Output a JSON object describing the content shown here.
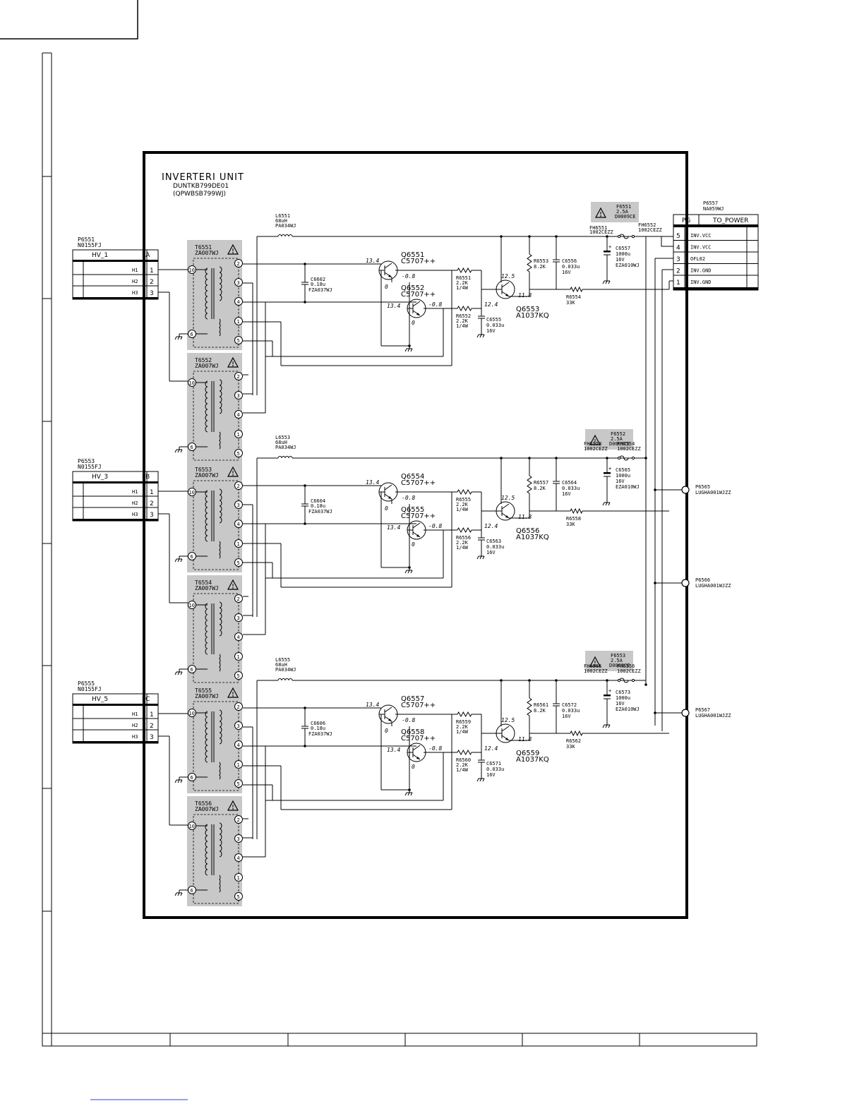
{
  "unit": {
    "title": "INVERTERI UNIT",
    "code": "DUNTKB799DE01",
    "pwb": "(QPWBSB799WJ)"
  },
  "input_connectors": [
    {
      "ref": "P6551",
      "part": "N0155FJ",
      "name": "HV_1",
      "pin_col": "LA",
      "pins": [
        {
          "label": "H1",
          "num": "1"
        },
        {
          "label": "H2",
          "num": "2"
        },
        {
          "label": "H3",
          "num": "3"
        }
      ]
    },
    {
      "ref": "P6553",
      "part": "N0155FJ",
      "name": "HV_3",
      "pin_col": "LB",
      "pins": [
        {
          "label": "H1",
          "num": "1"
        },
        {
          "label": "H2",
          "num": "2"
        },
        {
          "label": "H3",
          "num": "3"
        }
      ]
    },
    {
      "ref": "P6555",
      "part": "N0155FJ",
      "name": "HV_5",
      "pin_col": "LC",
      "pins": [
        {
          "label": "H1",
          "num": "1"
        },
        {
          "label": "H2",
          "num": "2"
        },
        {
          "label": "H3",
          "num": "3"
        }
      ]
    }
  ],
  "transformers": [
    {
      "ref": "T6551",
      "part": "ZA007WJ"
    },
    {
      "ref": "T6552",
      "part": "ZA007WJ"
    },
    {
      "ref": "T6553",
      "part": "ZA007WJ"
    },
    {
      "ref": "T6554",
      "part": "ZA007WJ"
    },
    {
      "ref": "T6555",
      "part": "ZA007WJ"
    },
    {
      "ref": "T6556",
      "part": "ZA007WJ"
    }
  ],
  "transformer_pins": [
    "10",
    "6",
    "2",
    "3",
    "4",
    "1",
    "5"
  ],
  "stages": [
    {
      "inductor": {
        "ref": "L6551",
        "value": "68uH",
        "part": "PA034WJ"
      },
      "cap_tank": {
        "ref": "C6602",
        "value": "0.18u",
        "part": "FZA037WJ"
      },
      "q_upper": {
        "ref": "Q6551",
        "part": "C5707++",
        "v_in": "13.4",
        "v_e": "-0.8",
        "v_b": "0"
      },
      "q_lower": {
        "ref": "Q6552",
        "part": "C5707++",
        "v_in": "13.4",
        "v_e": "-0.8",
        "v_b": "0"
      },
      "r_a": {
        "ref": "R6551",
        "value": "2.2K",
        "watt": "1/4W"
      },
      "r_b": {
        "ref": "R6552",
        "value": "2.2K",
        "watt": "1/4W"
      },
      "c_base": {
        "ref": "C6555",
        "value": "0.033u",
        "volt": "16V"
      },
      "q_drv": {
        "ref": "Q6553",
        "part": "A1037KQ",
        "v_c": "12.5",
        "v_b": "12.4",
        "v_e": "11.8"
      },
      "r_bias": {
        "ref": "R6553",
        "value": "8.2K"
      },
      "c_bias": {
        "ref": "C6556",
        "value": "0.033u",
        "volt": "16V"
      },
      "r_fb": {
        "ref": "R6554",
        "value": "33K"
      },
      "fuse": {
        "ref": "F6551",
        "rating": "2.5A",
        "part": "D0009CE"
      },
      "fh_l": {
        "ref": "FH6551",
        "part": "1002CEZZ"
      },
      "fh_r": {
        "ref": "FH6552",
        "part": "1002CEZZ"
      },
      "c_elec": {
        "ref": "C6557",
        "value": "1000u",
        "volt": "16V",
        "part": "EZA010WJ"
      }
    },
    {
      "inductor": {
        "ref": "L6553",
        "value": "68uH",
        "part": "PA034WJ"
      },
      "cap_tank": {
        "ref": "C6604",
        "value": "0.18u",
        "part": "FZA037WJ"
      },
      "q_upper": {
        "ref": "Q6554",
        "part": "C5707++",
        "v_in": "13.4",
        "v_e": "-0.8",
        "v_b": "0"
      },
      "q_lower": {
        "ref": "Q6555",
        "part": "C5707++",
        "v_in": "13.4",
        "v_e": "-0.8",
        "v_b": "0"
      },
      "r_a": {
        "ref": "R6555",
        "value": "2.2K",
        "watt": "1/4W"
      },
      "r_b": {
        "ref": "R6556",
        "value": "2.2K",
        "watt": "1/4W"
      },
      "c_base": {
        "ref": "C6563",
        "value": "0.033u",
        "volt": "16V"
      },
      "q_drv": {
        "ref": "Q6556",
        "part": "A1037KQ",
        "v_c": "12.5",
        "v_b": "12.4",
        "v_e": "11.8"
      },
      "r_bias": {
        "ref": "R6557",
        "value": "8.2K"
      },
      "c_bias": {
        "ref": "C6564",
        "value": "0.033u",
        "volt": "16V"
      },
      "r_fb": {
        "ref": "R6558",
        "value": "33K"
      },
      "fuse": {
        "ref": "F6552",
        "rating": "2.5A",
        "part": "D0009CE"
      },
      "fh_l": {
        "ref": "FH6553",
        "part": "1002CEZZ"
      },
      "fh_r": {
        "ref": "FH6554",
        "part": "1002CEZZ"
      },
      "c_elec": {
        "ref": "C6565",
        "value": "1000u",
        "volt": "16V",
        "part": "EZA010WJ"
      }
    },
    {
      "inductor": {
        "ref": "L6555",
        "value": "68uH",
        "part": "PA034WJ"
      },
      "cap_tank": {
        "ref": "C6606",
        "value": "0.18u",
        "part": "FZA037WJ"
      },
      "q_upper": {
        "ref": "Q6557",
        "part": "C5707++",
        "v_in": "13.4",
        "v_e": "-0.8",
        "v_b": "0"
      },
      "q_lower": {
        "ref": "Q6558",
        "part": "C5707++",
        "v_in": "13.4",
        "v_e": "-0.8",
        "v_b": "0"
      },
      "r_a": {
        "ref": "R6559",
        "value": "2.2K",
        "watt": "1/4W"
      },
      "r_b": {
        "ref": "R6560",
        "value": "2.2K",
        "watt": "1/4W"
      },
      "c_base": {
        "ref": "C6571",
        "value": "0.033u",
        "volt": "16V"
      },
      "q_drv": {
        "ref": "Q6559",
        "part": "A1037KQ",
        "v_c": "12.5",
        "v_b": "12.4",
        "v_e": "11.8"
      },
      "r_bias": {
        "ref": "R6561",
        "value": "8.2K"
      },
      "c_bias": {
        "ref": "C6572",
        "value": "0.033u",
        "volt": "16V"
      },
      "r_fb": {
        "ref": "R6562",
        "value": "33K"
      },
      "fuse": {
        "ref": "F6553",
        "rating": "2.5A",
        "part": "D0009CE"
      },
      "fh_l": {
        "ref": "FH6555",
        "part": "1002CEZZ"
      },
      "fh_r": {
        "ref": "FH6556",
        "part": "1002CEZZ"
      },
      "c_elec": {
        "ref": "C6573",
        "value": "1000u",
        "volt": "16V",
        "part": "EZA010WJ"
      }
    }
  ],
  "power_connector": {
    "ref": "P6557",
    "part": "NA059WJ",
    "col_left": "PG",
    "col_right": "TO_POWER",
    "pins": [
      {
        "num": "5",
        "signal": "INV.VCC"
      },
      {
        "num": "4",
        "signal": "INV.VCC"
      },
      {
        "num": "3",
        "signal": "OFL02"
      },
      {
        "num": "2",
        "signal": "INV.GND"
      },
      {
        "num": "1",
        "signal": "INV.GND"
      }
    ]
  },
  "lug_terminals": [
    {
      "ref": "P6565",
      "part": "LUGHA001WJZZ"
    },
    {
      "ref": "P6566",
      "part": "LUGHA001WJZZ"
    },
    {
      "ref": "P6567",
      "part": "LUGHA001WJZZ"
    }
  ],
  "colors": {
    "shade": "#c8c8c8",
    "ink": "#000000",
    "paper": "#ffffff"
  }
}
